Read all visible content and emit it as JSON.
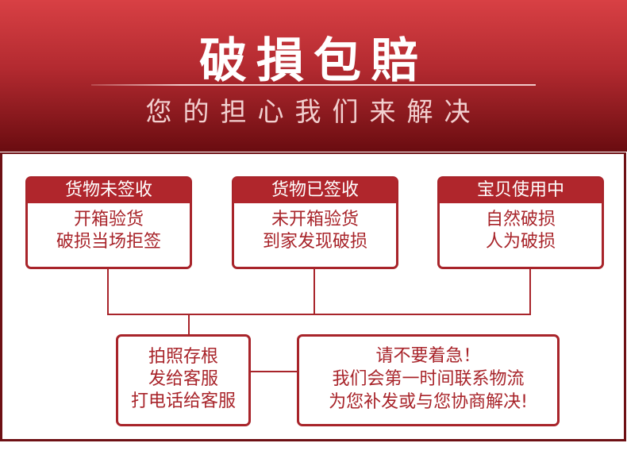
{
  "header": {
    "title": "破損包賠",
    "subtitle": "您的担心我们来解决"
  },
  "top_boxes": [
    {
      "heading": "货物未签收",
      "lines": [
        "开箱验货",
        "破损当场拒签"
      ]
    },
    {
      "heading": "货物已签收",
      "lines": [
        "未开箱验货",
        "到家发现破损"
      ]
    },
    {
      "heading": "宝贝使用中",
      "lines": [
        "自然破损",
        "人为破损"
      ]
    }
  ],
  "action_box": {
    "lines": [
      "拍照存根",
      "发给客服",
      "打电话给客服"
    ]
  },
  "reassure_box": {
    "lines": [
      "请不要着急！",
      "我们会第一时间联系物流",
      "为您补发或与您协商解决!"
    ]
  }
}
